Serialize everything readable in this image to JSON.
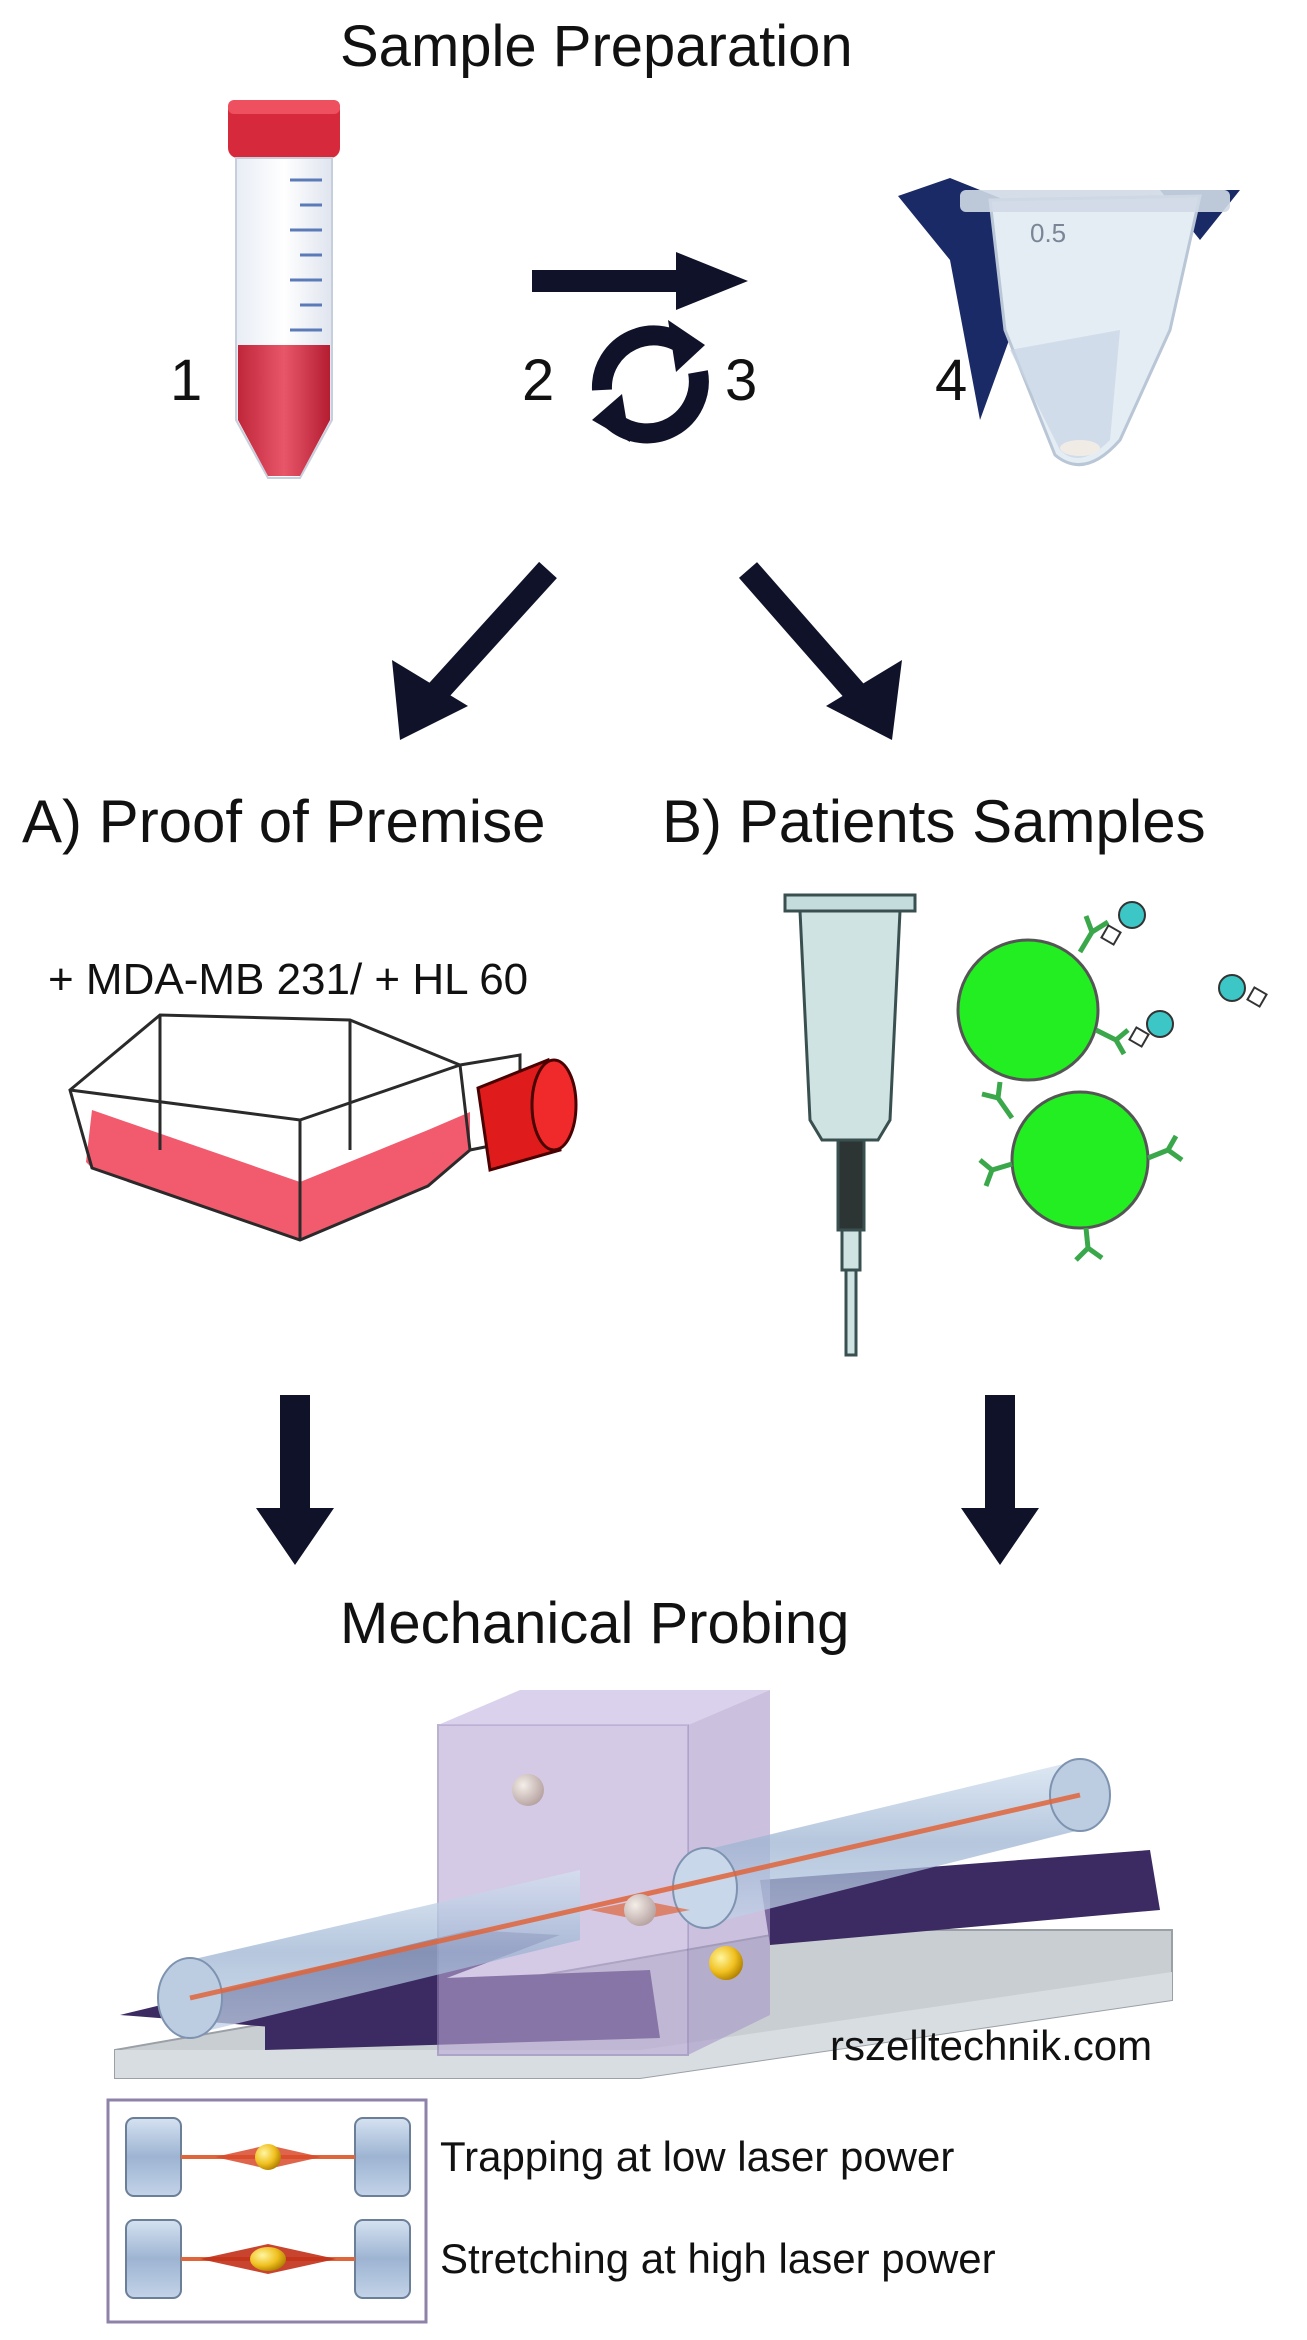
{
  "diagram": {
    "title": "Sample Preparation",
    "steps": [
      "1",
      "2",
      "3",
      "4"
    ],
    "tube_label": "0.5",
    "branch_a": {
      "label": "A) Proof of Premise",
      "cell_lines": "+ MDA-MB 231/ + HL 60"
    },
    "branch_b": {
      "label": "B) Patients Samples"
    },
    "bottom_title": "Mechanical Probing",
    "credit": "rszelltechnik.com",
    "legend": [
      "Trapping at low laser power",
      "Stretching at high laser power"
    ],
    "colors": {
      "arrow": "#10122a",
      "tube_cap": "#d62a3c",
      "culture_medium": "#f25a6e",
      "flask_cap": "#e01b1b",
      "cell_green": "#22ee22",
      "antibody": "#3aa84a",
      "bead_cyan": "#3cc6c6",
      "fiber_blue": "#a9bfd9",
      "stage_purple": "#3c2a62",
      "laser": "#e0653b",
      "trapped_cell": "#f0c020"
    },
    "icons": [
      "falcon-tube-icon",
      "forward-arrow-icon",
      "cycle-arrows-icon",
      "eppendorf-tube-icon",
      "culture-flask-icon",
      "syringe-icon",
      "antibody-cell-icon",
      "optical-stretcher-icon"
    ]
  }
}
